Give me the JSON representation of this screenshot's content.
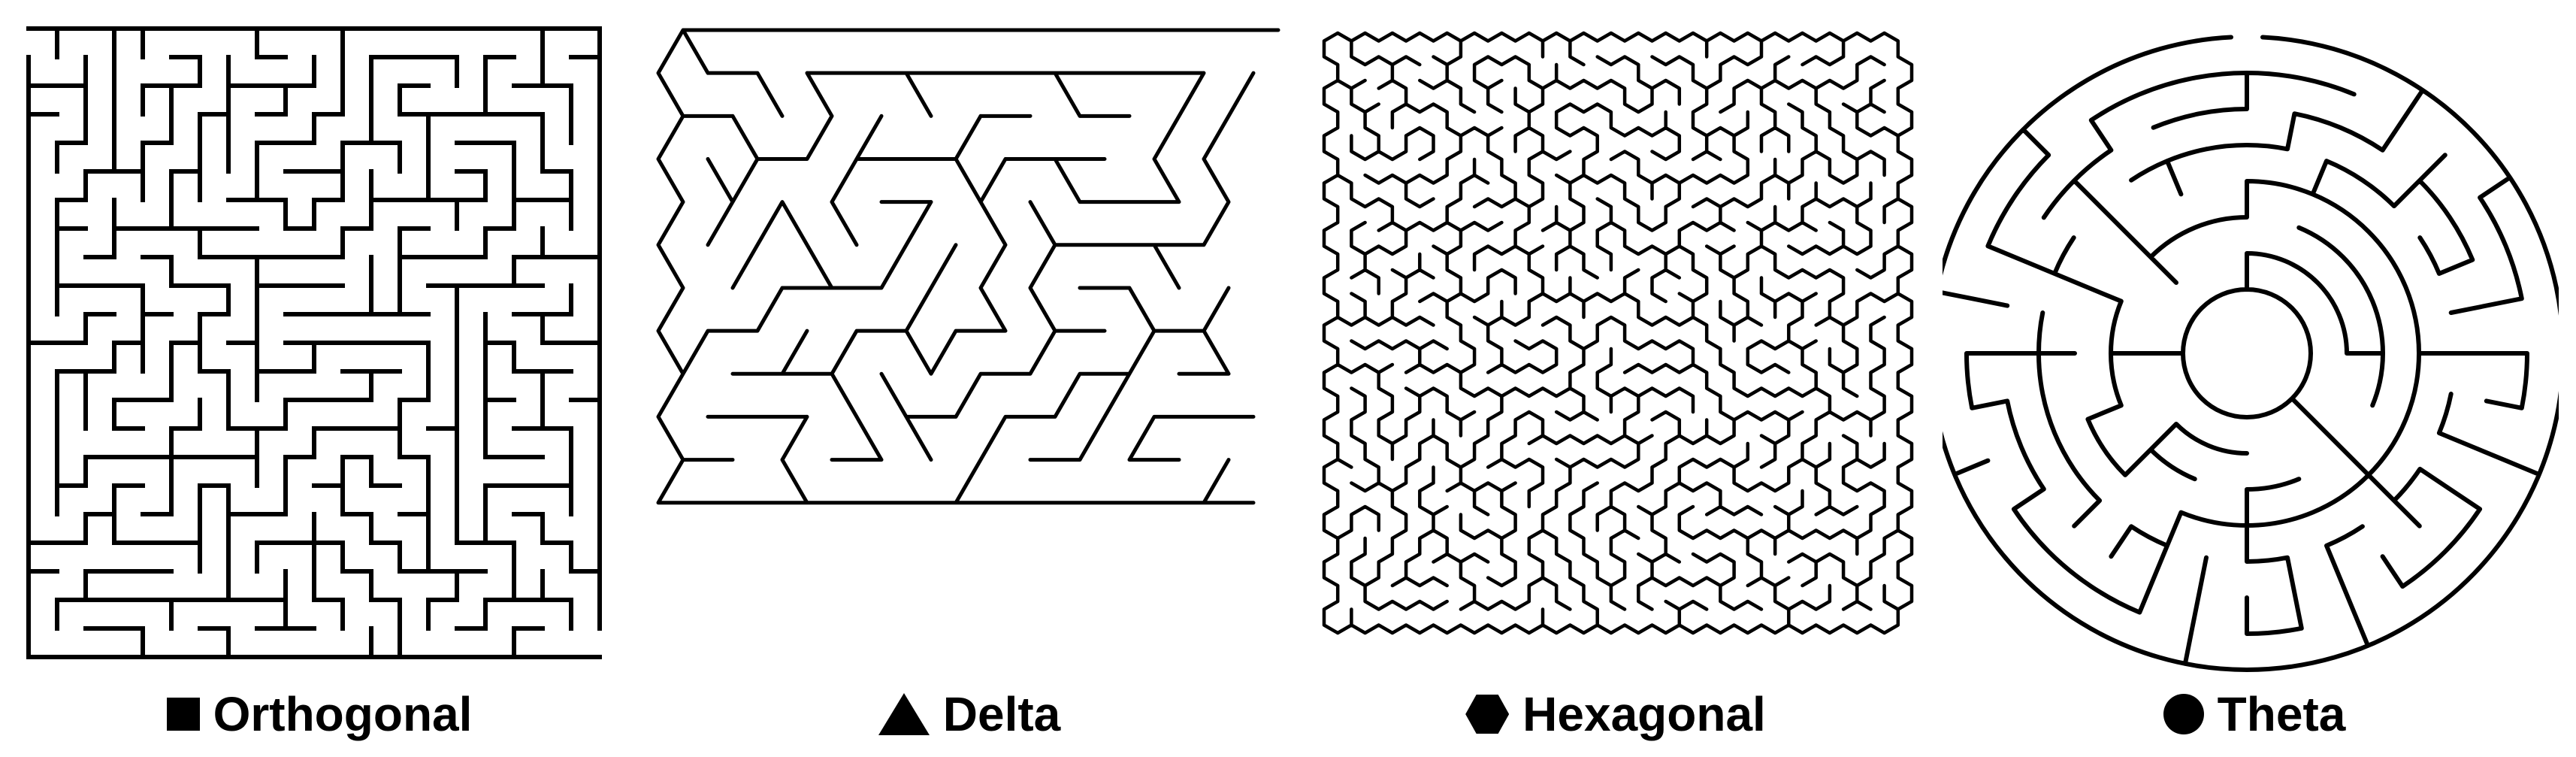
{
  "mazes": [
    {
      "label": "Orthogonal",
      "shape_icon": "square-icon"
    },
    {
      "label": "Delta",
      "shape_icon": "triangle-icon"
    },
    {
      "label": "Hexagonal",
      "shape_icon": "hexagon-icon"
    },
    {
      "label": "Theta",
      "shape_icon": "circle-icon"
    }
  ],
  "colors": {
    "line": "#000000",
    "background": "#ffffff"
  }
}
